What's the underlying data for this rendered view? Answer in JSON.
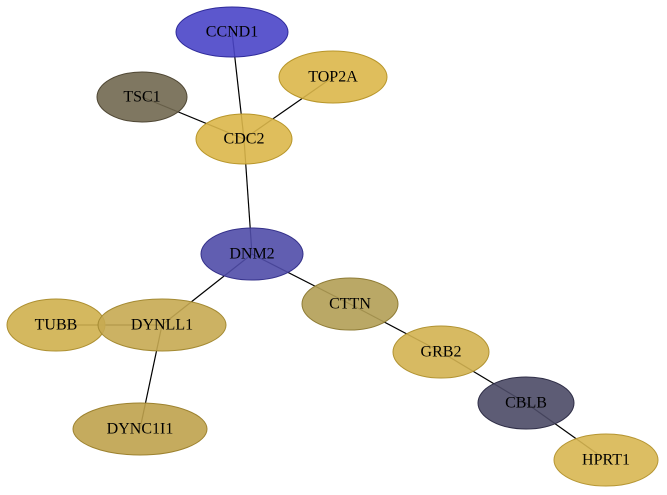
{
  "nodes": [
    {
      "id": "CCND1",
      "label": "CCND1",
      "fill": "#4a45c8",
      "stroke": "#2e2a9a"
    },
    {
      "id": "TOP2A",
      "label": "TOP2A",
      "fill": "#dbb74a",
      "stroke": "#b8962a"
    },
    {
      "id": "TSC1",
      "label": "TSC1",
      "fill": "#716850",
      "stroke": "#4f4734"
    },
    {
      "id": "CDC2",
      "label": "CDC2",
      "fill": "#dbb74a",
      "stroke": "#b8962a"
    },
    {
      "id": "DNM2",
      "label": "DNM2",
      "fill": "#504ca8",
      "stroke": "#34308a"
    },
    {
      "id": "CTTN",
      "label": "CTTN",
      "fill": "#b39f55",
      "stroke": "#8f7c36"
    },
    {
      "id": "TUBB",
      "label": "TUBB",
      "fill": "#cfb04e",
      "stroke": "#ad8f30"
    },
    {
      "id": "DYNLL1",
      "label": "DYNLL1",
      "fill": "#c6aa52",
      "stroke": "#a48a33"
    },
    {
      "id": "GRB2",
      "label": "GRB2",
      "fill": "#d3b351",
      "stroke": "#b19332"
    },
    {
      "id": "CBLB",
      "label": "CBLB",
      "fill": "#4b4a66",
      "stroke": "#2f2e47"
    },
    {
      "id": "DYNC1I1",
      "label": "DYNC1I1",
      "fill": "#bfa24d",
      "stroke": "#9d822f"
    },
    {
      "id": "HPRT1",
      "label": "HPRT1",
      "fill": "#d8b752",
      "stroke": "#b69633"
    }
  ],
  "edges": [
    {
      "from": "CCND1",
      "to": "CDC2"
    },
    {
      "from": "TOP2A",
      "to": "CDC2"
    },
    {
      "from": "TSC1",
      "to": "CDC2"
    },
    {
      "from": "CDC2",
      "to": "DNM2"
    },
    {
      "from": "DNM2",
      "to": "DYNLL1"
    },
    {
      "from": "DNM2",
      "to": "CTTN"
    },
    {
      "from": "TUBB",
      "to": "DYNLL1"
    },
    {
      "from": "DYNLL1",
      "to": "DYNC1I1"
    },
    {
      "from": "CTTN",
      "to": "GRB2"
    },
    {
      "from": "GRB2",
      "to": "CBLB"
    },
    {
      "from": "CBLB",
      "to": "HPRT1"
    }
  ]
}
